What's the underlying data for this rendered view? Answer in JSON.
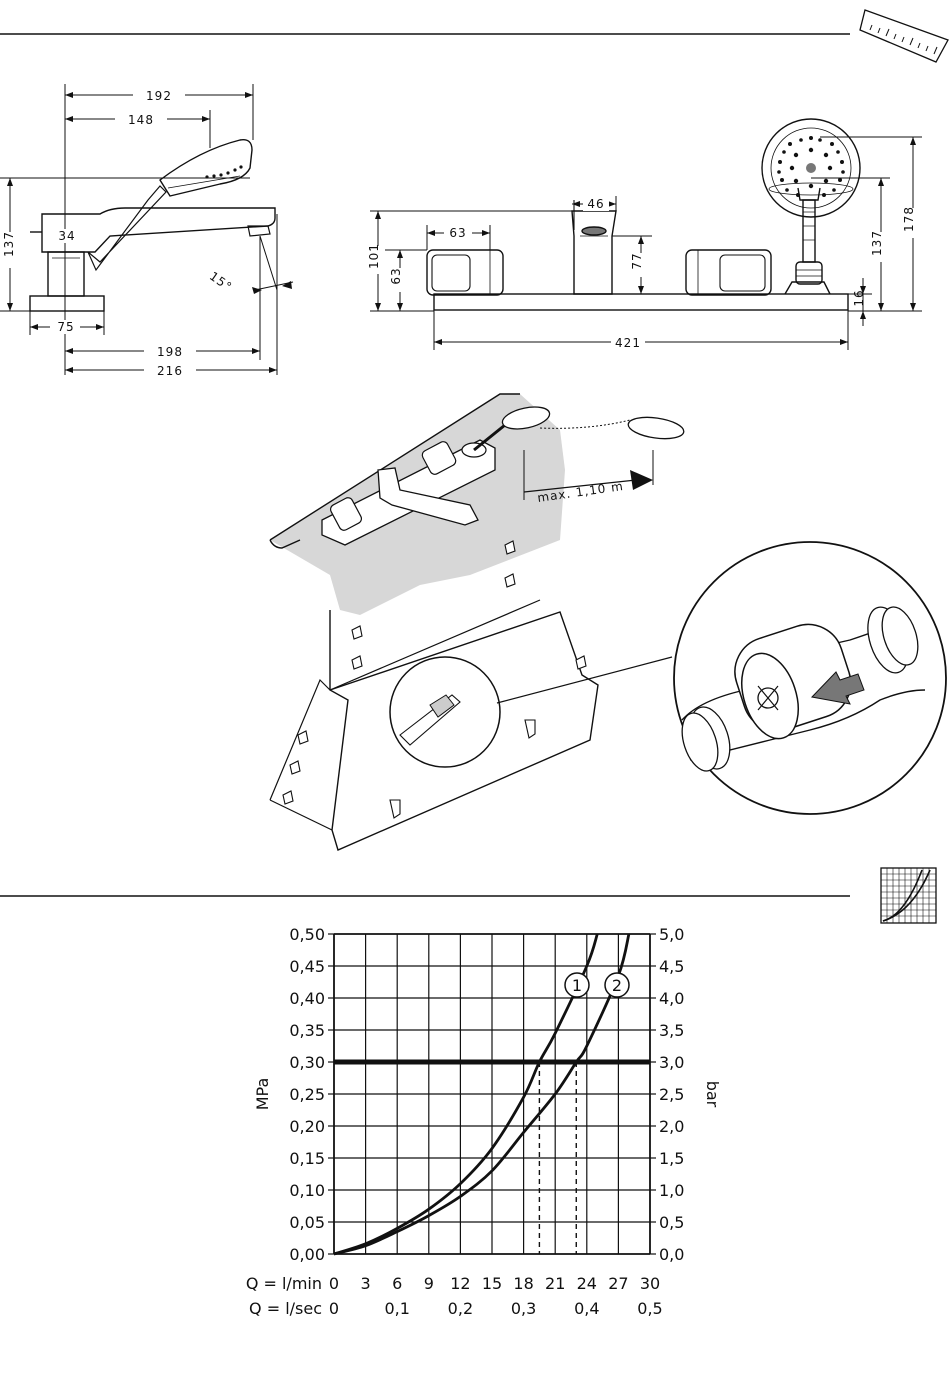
{
  "dimensions": {
    "side_view": {
      "w192": "192",
      "w148": "148",
      "h137": "137",
      "w34": "34",
      "angle": "15°",
      "w75": "75",
      "w198": "198",
      "w216": "216"
    },
    "front_view": {
      "w46": "46",
      "w63": "63",
      "h101": "101",
      "h63": "63",
      "h77": "77",
      "w421": "421",
      "h137": "137",
      "h178": "178",
      "h16": "16"
    }
  },
  "install": {
    "hose_length": "max. 1,10 m"
  },
  "chart_data": {
    "type": "line",
    "x_lmin": [
      0,
      3,
      6,
      9,
      12,
      15,
      18,
      21,
      24,
      27,
      30
    ],
    "x_lsec": [
      "0",
      "0,1",
      "0,2",
      "0,3",
      "0,4",
      "0,5"
    ],
    "xlabel_lmin": "Q = l/min",
    "xlabel_lsec": "Q = l/sec",
    "ylabel_left": "MPa",
    "ylabel_right": "bar",
    "yticks_left": [
      "0,00",
      "0,05",
      "0,10",
      "0,15",
      "0,20",
      "0,25",
      "0,30",
      "0,35",
      "0,40",
      "0,45",
      "0,50"
    ],
    "yticks_right": [
      "0,0",
      "0,5",
      "1,0",
      "1,5",
      "2,0",
      "2,5",
      "3,0",
      "3,5",
      "4,0",
      "4,5",
      "5,0"
    ],
    "xlim": [
      0,
      30
    ],
    "ylim": [
      0,
      0.5
    ],
    "reference_line_mpa": 0.3,
    "series": [
      {
        "name": "1",
        "x": [
          0,
          3,
          6,
          9,
          12,
          15,
          18,
          19.5,
          21,
          24,
          25
        ],
        "y": [
          0,
          0.016,
          0.04,
          0.07,
          0.11,
          0.165,
          0.245,
          0.3,
          0.345,
          0.45,
          0.5
        ]
      },
      {
        "name": "2",
        "x": [
          0,
          3,
          6,
          9,
          12,
          15,
          18,
          21,
          23,
          24,
          27,
          28
        ],
        "y": [
          0,
          0.013,
          0.035,
          0.06,
          0.09,
          0.13,
          0.19,
          0.25,
          0.3,
          0.325,
          0.435,
          0.5
        ]
      }
    ],
    "markers_x": [
      19.5,
      23
    ]
  }
}
